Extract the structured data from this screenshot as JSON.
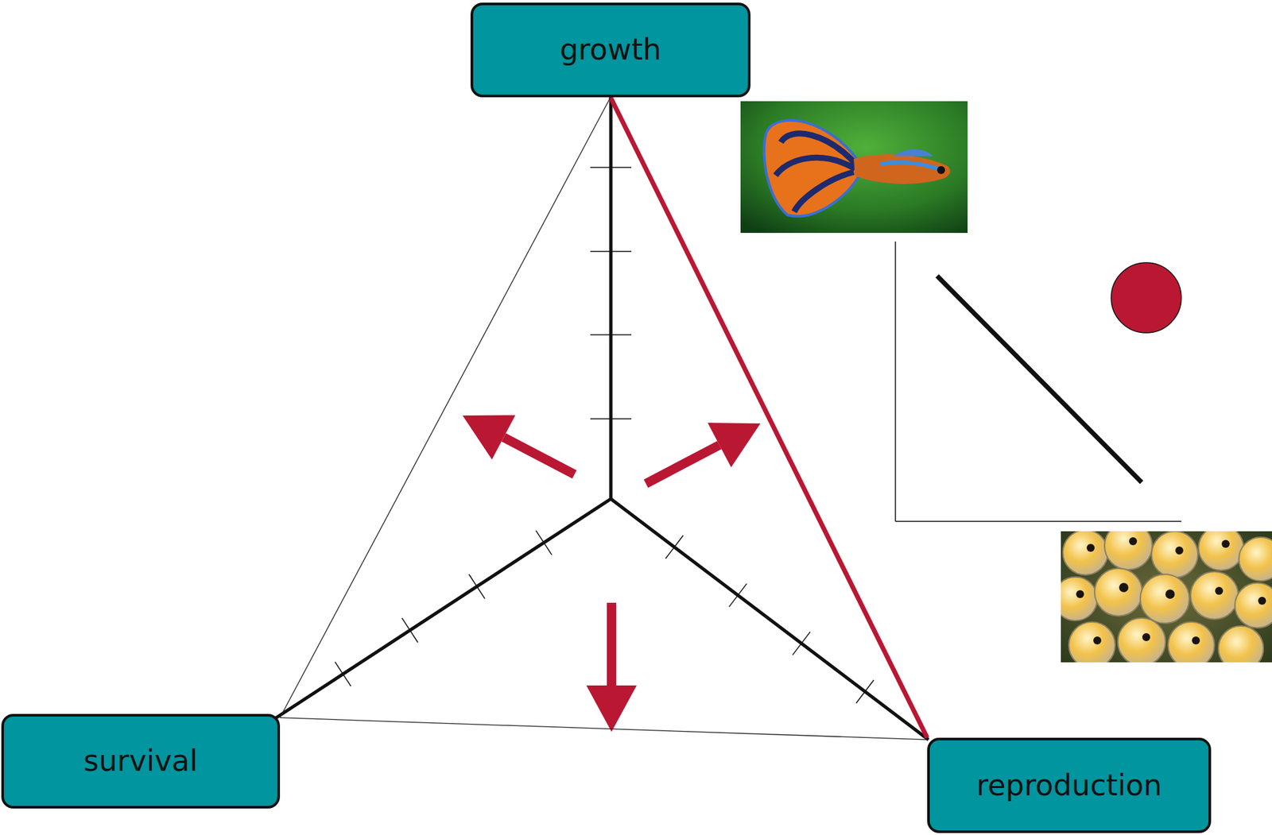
{
  "diagram": {
    "nodes": [
      {
        "text": [
          "growth"
        ]
      },
      {
        "text": [
          "survival"
        ]
      },
      {
        "text": [
          "reproduction"
        ]
      }
    ],
    "edges": [
      {
        "from": 0,
        "to": 2,
        "arrow": "none"
      },
      {
        "from": 0,
        "to": 1,
        "arrow": "none"
      },
      {
        "from": 1,
        "to": 2,
        "arrow": "none"
      }
    ]
  }
}
